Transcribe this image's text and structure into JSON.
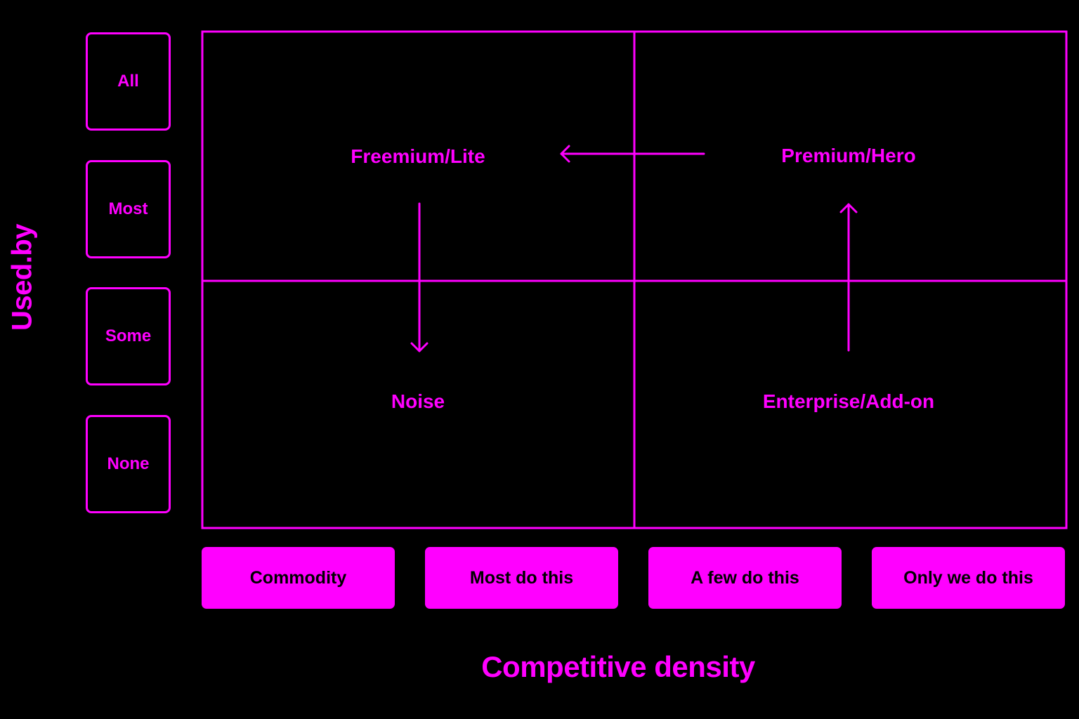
{
  "y_axis": {
    "title": "Used.by",
    "levels": [
      "All",
      "Most",
      "Some",
      "None"
    ]
  },
  "x_axis": {
    "title": "Competitive density",
    "levels": [
      "Commodity",
      "Most do this",
      "A few do this",
      "Only we do this"
    ]
  },
  "quadrants": {
    "top_left": "Freemium/Lite",
    "top_right": "Premium/Hero",
    "bottom_left": "Noise",
    "bottom_right": "Enterprise/Add-on"
  },
  "arrows": [
    {
      "from": "Premium/Hero",
      "to": "Freemium/Lite"
    },
    {
      "from": "Freemium/Lite",
      "to": "Noise"
    },
    {
      "from": "Enterprise/Add-on",
      "to": "Premium/Hero"
    }
  ],
  "colors": {
    "accent": "#ff00ff",
    "background": "#000000"
  }
}
